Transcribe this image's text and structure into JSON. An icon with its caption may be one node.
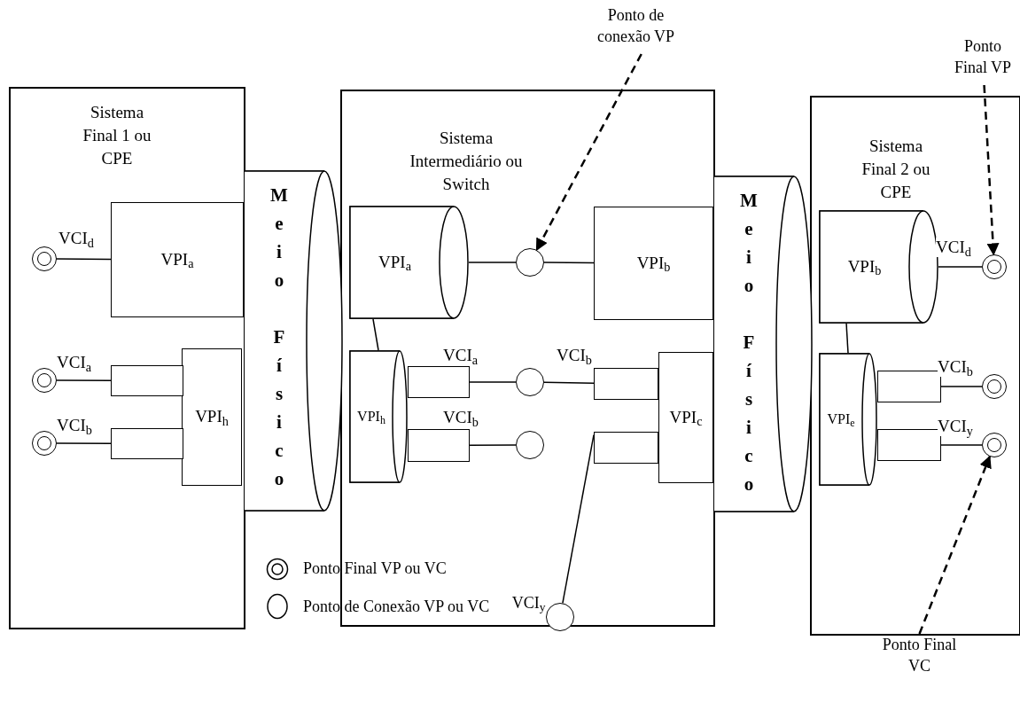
{
  "diagram": {
    "nodes": [
      {
        "text": [
          "Sistema Final 1 ou CPE"
        ]
      },
      {
        "text": [
          "VPI$_{a}$"
        ],
        "in": 0
      },
      {
        "text": [
          "VPI$_{h}$"
        ],
        "in": 0
      },
      {
        "text": [],
        "shape": "box",
        "in": 0
      },
      {
        "text": [],
        "shape": "box",
        "in": 0
      },
      {
        "text": [],
        "shape": "ring",
        "in": 0
      },
      {
        "text": [],
        "shape": "ring",
        "in": 0
      },
      {
        "text": [],
        "shape": "ring",
        "in": 0
      },
      {
        "text": [
          "Meio Físico"
        ]
      },
      {
        "text": [
          "Sistema Intermediário ou Switch"
        ]
      },
      {
        "text": [
          "VPI$_{a}$"
        ],
        "in": 9
      },
      {
        "text": [],
        "shape": "circle",
        "in": 9
      },
      {
        "text": [
          "VPI$_{b}$"
        ],
        "in": 9
      },
      {
        "text": [
          "VPI$_{h}$"
        ],
        "in": 9
      },
      {
        "text": [],
        "shape": "box",
        "in": 9
      },
      {
        "text": [],
        "shape": "box",
        "in": 9
      },
      {
        "text": [],
        "shape": "circle",
        "in": 9
      },
      {
        "text": [],
        "shape": "circle",
        "in": 9
      },
      {
        "text": [],
        "shape": "box",
        "in": 9
      },
      {
        "text": [],
        "shape": "box",
        "in": 9
      },
      {
        "text": [
          "VPI$_{c}$"
        ],
        "in": 9
      },
      {
        "text": [],
        "shape": "circle",
        "in": 9,
        "beside": [
          "VCI$_{y}$"
        ]
      },
      {
        "text": [
          "Meio Físico"
        ]
      },
      {
        "text": [
          "Sistema Final 2 ou CPE"
        ]
      },
      {
        "text": [
          "VPI$_{b}$"
        ],
        "in": 23
      },
      {
        "text": [],
        "shape": "ring",
        "in": 23
      },
      {
        "text": [
          "VPI$_{e}$"
        ],
        "in": 23
      },
      {
        "text": [],
        "shape": "box",
        "in": 23
      },
      {
        "text": [],
        "shape": "box",
        "in": 23
      },
      {
        "text": [],
        "shape": "ring",
        "in": 23
      },
      {
        "text": [],
        "shape": "ring",
        "in": 23
      },
      {
        "text": [
          "Ponto de conexão VP"
        ]
      },
      {
        "text": [
          "Ponto Final VP"
        ]
      },
      {
        "text": [
          "Ponto Final VC"
        ]
      }
    ],
    "edges": [
      {
        "from": 5,
        "to": 1,
        "arrow": "none",
        "label": "VCI$_{d}$"
      },
      {
        "from": 6,
        "to": 3,
        "arrow": "none",
        "label": "VCI$_{a}$"
      },
      {
        "from": 7,
        "to": 4,
        "arrow": "none",
        "label": "VCI$_{b}$"
      },
      {
        "from": 10,
        "to": 11,
        "arrow": "none"
      },
      {
        "from": 11,
        "to": 12,
        "arrow": "none"
      },
      {
        "from": 10,
        "to": 13,
        "arrow": "none"
      },
      {
        "from": 14,
        "to": 16,
        "arrow": "none",
        "label": "VCI$_{a}$"
      },
      {
        "from": 16,
        "to": 18,
        "arrow": "none",
        "label": "VCI$_{b}$"
      },
      {
        "from": 15,
        "to": 17,
        "arrow": "none",
        "label": "VCI$_{b}$"
      },
      {
        "from": 19,
        "to": 21,
        "arrow": "none"
      },
      {
        "from": 24,
        "to": 25,
        "arrow": "none",
        "label": "VCI$_{d}$"
      },
      {
        "from": 24,
        "to": 26,
        "arrow": "none"
      },
      {
        "from": 27,
        "to": 29,
        "arrow": "none",
        "label": "VCI$_{b}$"
      },
      {
        "from": 28,
        "to": 30,
        "arrow": "none",
        "label": "VCI$_{y}$"
      },
      {
        "from": 31,
        "to": 11,
        "arrow": "to",
        "style": "dashed"
      },
      {
        "from": 32,
        "to": 25,
        "arrow": "to",
        "style": "dashed"
      },
      {
        "from": 33,
        "to": 30,
        "arrow": "to",
        "style": "dashed"
      }
    ],
    "legend": [
      {
        "text": "Ponto Final VP ou VC"
      },
      {
        "text": "Ponto de Conexão VP ou VC"
      }
    ]
  }
}
